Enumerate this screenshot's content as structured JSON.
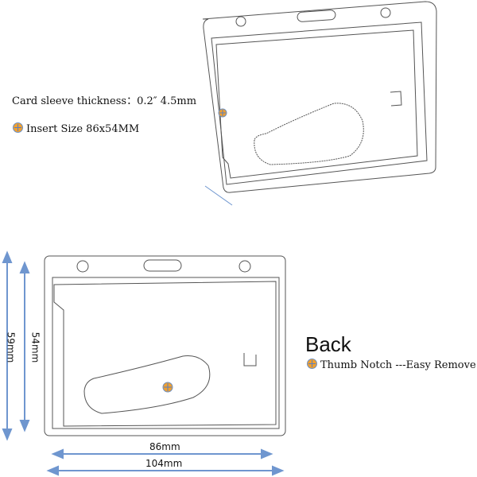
{
  "labels": {
    "thickness": "Card sleeve thickness：0.2″  4.5mm",
    "insert_size": "Insert Size 86x54MM",
    "back_title": "Back",
    "thumb_notch": "Thumb Notch ---Easy Remove",
    "width_inner": "86mm",
    "width_outer": "104mm",
    "height_outer": "59mm",
    "height_inner": "54mm"
  },
  "icons": {
    "bullet": "plus-circle-icon"
  },
  "colors": {
    "line": "#333333",
    "dimension_arrow": "#6f96cf",
    "bullet_fill": "#f0a030",
    "bullet_cross": "#5a7fc0"
  }
}
